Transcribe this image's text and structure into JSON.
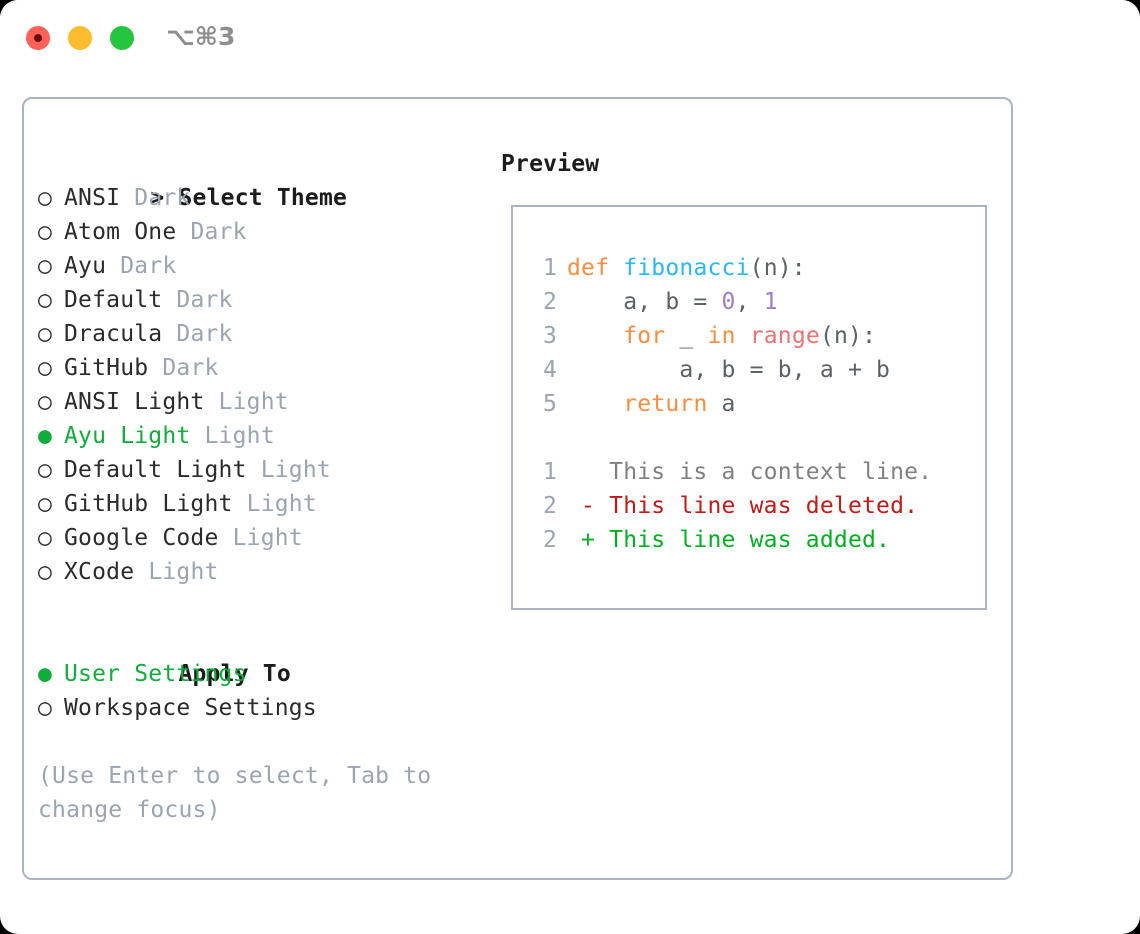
{
  "titlebar": {
    "shortcut": "⌥⌘3",
    "lights": [
      {
        "name": "close",
        "color": "#ff6159"
      },
      {
        "name": "minimize",
        "color": "#ffbd2e"
      },
      {
        "name": "maximize",
        "color": "#25c53f"
      }
    ]
  },
  "theme_section": {
    "caret": "> ",
    "title": "Select Theme",
    "selected_index": 7,
    "items": [
      {
        "bullet": "○ ",
        "label": "ANSI",
        "variant": "Dark"
      },
      {
        "bullet": "○ ",
        "label": "Atom One",
        "variant": "Dark"
      },
      {
        "bullet": "○ ",
        "label": "Ayu",
        "variant": "Dark"
      },
      {
        "bullet": "○ ",
        "label": "Default",
        "variant": "Dark"
      },
      {
        "bullet": "○ ",
        "label": "Dracula",
        "variant": "Dark"
      },
      {
        "bullet": "○ ",
        "label": "GitHub",
        "variant": "Dark"
      },
      {
        "bullet": "○ ",
        "label": "ANSI Light",
        "variant": "Light"
      },
      {
        "bullet": "● ",
        "label": "Ayu Light",
        "variant": "Light"
      },
      {
        "bullet": "○ ",
        "label": "Default Light",
        "variant": "Light"
      },
      {
        "bullet": "○ ",
        "label": "GitHub Light",
        "variant": "Light"
      },
      {
        "bullet": "○ ",
        "label": "Google Code",
        "variant": "Light"
      },
      {
        "bullet": "○ ",
        "label": "XCode",
        "variant": "Light"
      }
    ]
  },
  "apply_section": {
    "caret": "  ",
    "title": "Apply To",
    "selected_index": 0,
    "items": [
      {
        "bullet": "● ",
        "label": "User Settings"
      },
      {
        "bullet": "○ ",
        "label": "Workspace Settings"
      }
    ]
  },
  "hint": "(Use Enter to select, Tab to change focus)",
  "preview": {
    "title": "Preview",
    "code": [
      {
        "lno": "1",
        "tokens": [
          {
            "t": "def ",
            "c": "kw"
          },
          {
            "t": "fibonacci",
            "c": "fn"
          },
          {
            "t": "(n):",
            "c": "pl"
          }
        ]
      },
      {
        "lno": "2",
        "tokens": [
          {
            "t": "    a, b = ",
            "c": "pl"
          },
          {
            "t": "0",
            "c": "num"
          },
          {
            "t": ", ",
            "c": "pl"
          },
          {
            "t": "1",
            "c": "num"
          }
        ]
      },
      {
        "lno": "3",
        "tokens": [
          {
            "t": "    ",
            "c": "pl"
          },
          {
            "t": "for",
            "c": "kw"
          },
          {
            "t": " _ ",
            "c": "pl"
          },
          {
            "t": "in",
            "c": "kw"
          },
          {
            "t": " ",
            "c": "pl"
          },
          {
            "t": "range",
            "c": "bi"
          },
          {
            "t": "(n):",
            "c": "pl"
          }
        ]
      },
      {
        "lno": "4",
        "tokens": [
          {
            "t": "        a, b = b, a + b",
            "c": "pl"
          }
        ]
      },
      {
        "lno": "5",
        "tokens": [
          {
            "t": "    ",
            "c": "pl"
          },
          {
            "t": "return",
            "c": "kw"
          },
          {
            "t": " a",
            "c": "pl"
          }
        ]
      },
      {
        "lno": "",
        "tokens": []
      },
      {
        "lno": "1",
        "tokens": [
          {
            "t": "   This is a context line.",
            "c": "ctx"
          }
        ]
      },
      {
        "lno": "2",
        "tokens": [
          {
            "t": " - This line was deleted.",
            "c": "del"
          }
        ]
      },
      {
        "lno": "2",
        "tokens": [
          {
            "t": " + This line was added.",
            "c": "add"
          }
        ]
      }
    ]
  },
  "colors": {
    "selected_green": "#11ad3b",
    "muted_gray": "#9aa4b2",
    "border": "#a9b3c1",
    "keyword_orange": "#fa8d3e",
    "function_blue": "#29b8f5",
    "number_purple": "#a37acc",
    "builtin_red": "#f07171",
    "diff_delete": "#c41a16",
    "diff_add": "#00b120"
  }
}
